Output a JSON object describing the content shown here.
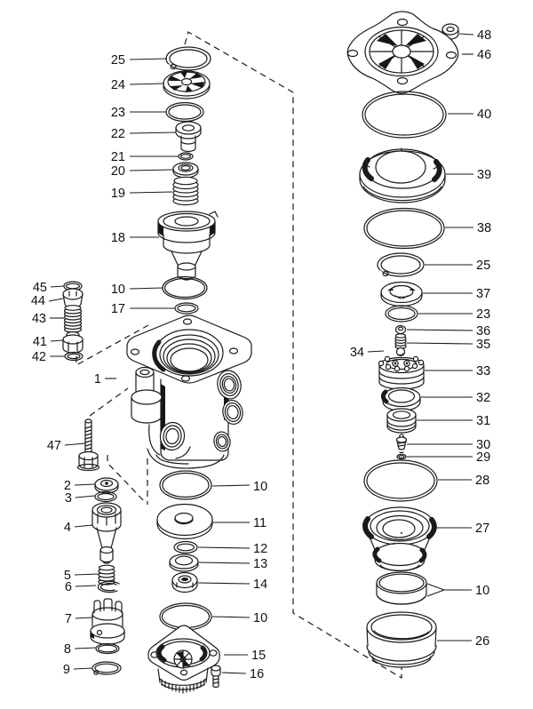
{
  "figure": {
    "kind": "exploded-parts-diagram",
    "subject": "Valve assembly exploded parts view with numbered callouts",
    "background_color": "#ffffff",
    "line_color": "#1a1a1a",
    "label_color": "#111111",
    "callout_count": 53
  },
  "callouts": [
    "25",
    "24",
    "23",
    "22",
    "21",
    "20",
    "19",
    "18",
    "10",
    "17",
    "45",
    "44",
    "43",
    "41",
    "42",
    "1",
    "47",
    "2",
    "3",
    "4",
    "5",
    "6",
    "7",
    "8",
    "9",
    "10",
    "11",
    "12",
    "13",
    "14",
    "10",
    "15",
    "16",
    "48",
    "46",
    "40",
    "39",
    "38",
    "25",
    "37",
    "23",
    "36",
    "35",
    "34",
    "33",
    "32",
    "31",
    "30",
    "29",
    "28",
    "27",
    "10",
    "26"
  ]
}
